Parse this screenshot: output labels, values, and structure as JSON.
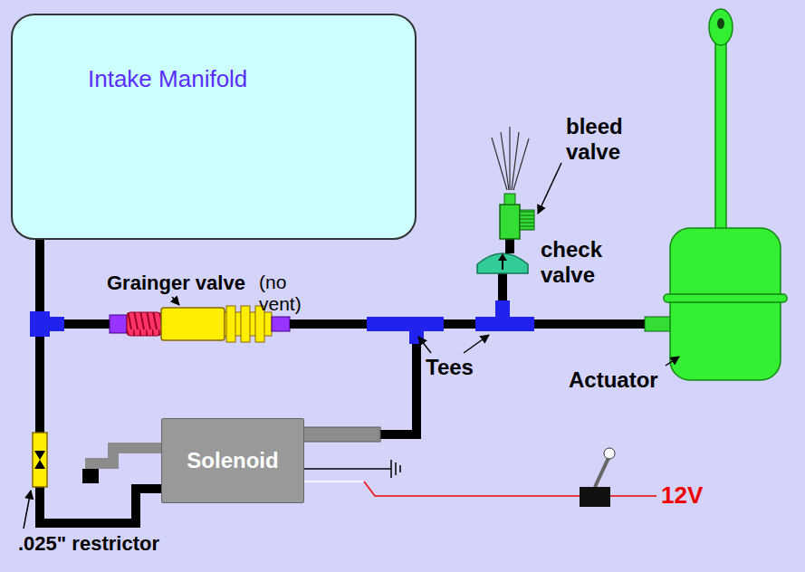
{
  "diagram": {
    "nodes": [
      {
        "text": [
          "Intake Manifold"
        ]
      },
      {
        "text": [
          "Solenoid"
        ]
      }
    ],
    "edges": [
      {
        "from": 0,
        "to": 1,
        "arrow": "none"
      }
    ],
    "labels": [
      "Grainger valve",
      "(no vent)",
      "bleed valve",
      "check valve",
      "Tees",
      "Actuator",
      ".025\" restrictor",
      "12V"
    ]
  }
}
